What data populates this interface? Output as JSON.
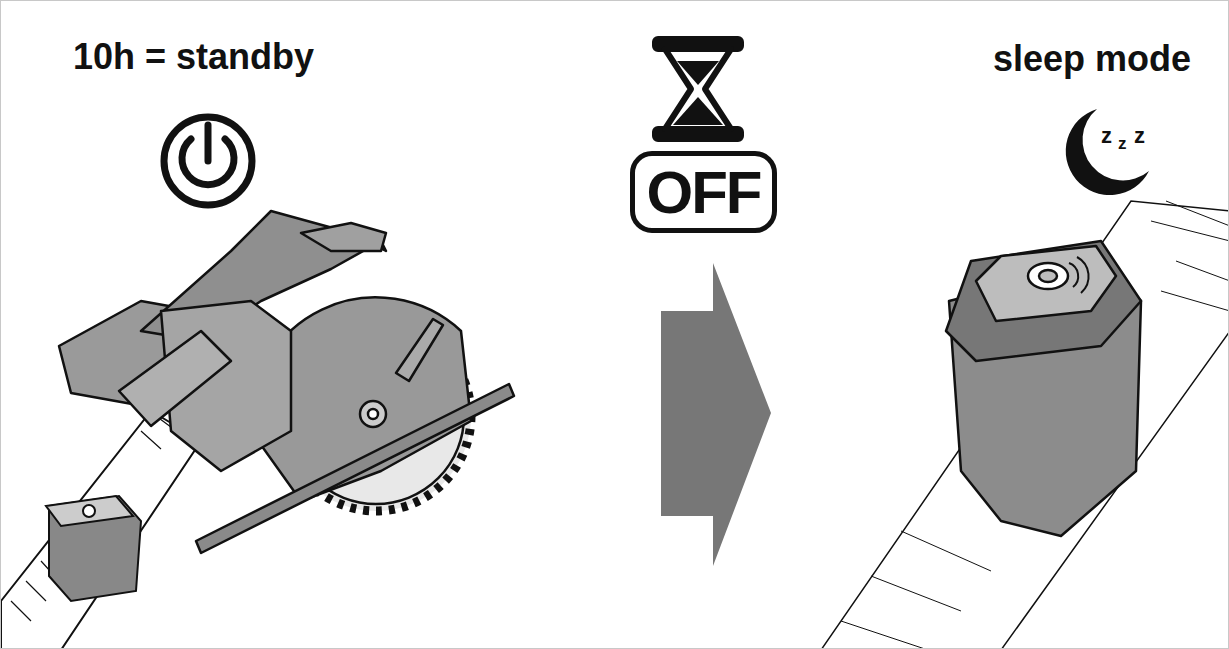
{
  "diagram": {
    "nodes": [
      {
        "text": [
          "OFF"
        ]
      }
    ],
    "labels": [
      "10h = standby",
      "sleep mode",
      "z",
      "z",
      "z"
    ]
  }
}
